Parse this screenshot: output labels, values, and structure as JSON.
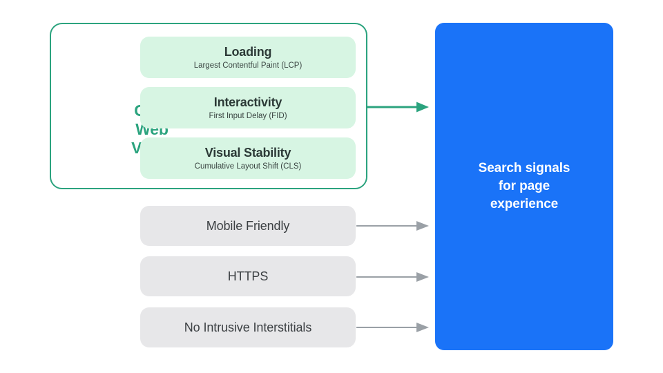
{
  "diagram": {
    "title": "Core Web Vitals and search signals for page experience",
    "type": "flow-diagram",
    "background_color": "#FFFFFF",
    "colors": {
      "green_accent": "#2BA37E",
      "green_card_fill": "#D7F5E3",
      "grey_card_fill": "#E7E7E9",
      "blue_fill": "#1A73F8",
      "dark_text": "#3C4043",
      "grey_arrow": "#9AA0A6"
    },
    "core_web_vitals": {
      "group_label_lines": [
        "Core",
        "Web",
        "Vitals"
      ],
      "group_label": "Core Web Vitals",
      "items": [
        {
          "title": "Loading",
          "subtitle": "Largest Contentful Paint (LCP)",
          "abbreviation": "LCP"
        },
        {
          "title": "Interactivity",
          "subtitle": "First Input Delay (FID)",
          "abbreviation": "FID"
        },
        {
          "title": "Visual Stability",
          "subtitle": "Cumulative Layout Shift (CLS)",
          "abbreviation": "CLS"
        }
      ]
    },
    "other_signals": [
      {
        "label": "Mobile Friendly"
      },
      {
        "label": "HTTPS"
      },
      {
        "label": "No Intrusive Interstitials"
      }
    ],
    "output": {
      "text": "Search signals\nfor page\nexperience",
      "text_lines": [
        "Search signals",
        "for page",
        "experience"
      ]
    },
    "connectors": [
      {
        "name": "core-web-vitals-arrow",
        "from": "core-web-vitals-group",
        "to": "search-signals-box",
        "color": "#2BA37E"
      },
      {
        "name": "mobile-friendly-arrow",
        "from": "mobile-friendly-card",
        "to": "search-signals-box",
        "color": "#9AA0A6"
      },
      {
        "name": "https-arrow",
        "from": "https-card",
        "to": "search-signals-box",
        "color": "#9AA0A6"
      },
      {
        "name": "no-intrusive-interstitials-arrow",
        "from": "no-intrusive-interstitials-card",
        "to": "search-signals-box",
        "color": "#9AA0A6"
      }
    ]
  }
}
